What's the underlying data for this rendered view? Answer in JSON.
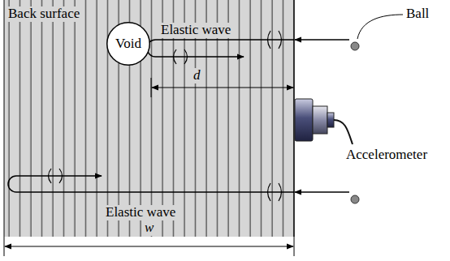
{
  "diagram": {
    "nodes": [
      {
        "text": [
          "Void"
        ]
      }
    ],
    "labels": [
      "Back surface",
      "Elastic wave",
      "d",
      "Ball",
      "Accelerometer",
      "Elastic wave",
      "w"
    ]
  }
}
